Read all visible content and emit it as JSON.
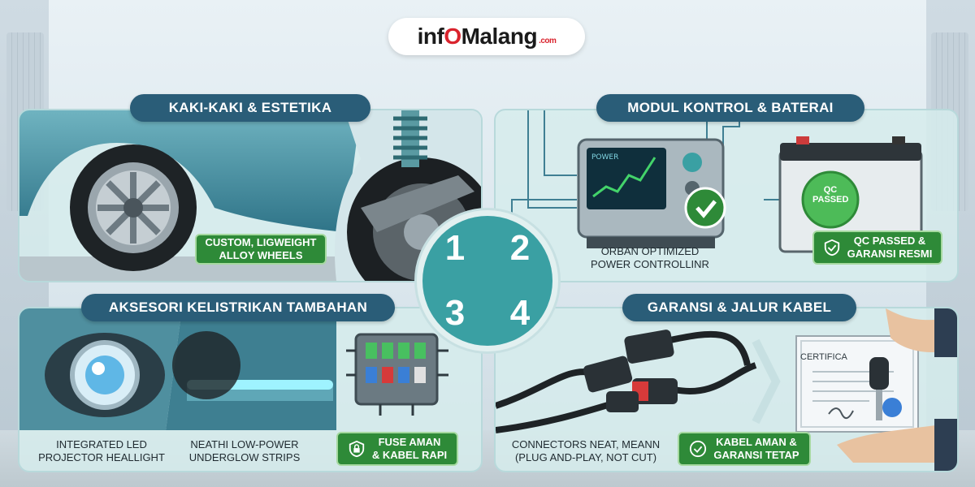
{
  "logo": {
    "part1": "inf",
    "part2": "O",
    "part3": "Malang",
    "part4": ".com"
  },
  "sections": [
    {
      "number": "1",
      "title": "KAKI-KAKI & ESTETIKA",
      "badge": "CUSTOM, LIGWEIGHT\nALLOY WHEELS"
    },
    {
      "number": "2",
      "title": "MODUL KONTROL & BATERAI",
      "screen_label": "POWER",
      "stamp": "QC\nPASSED",
      "caption": "ORBAN OPTIMIZED\nPOWER CONTROLLINR",
      "badge": "QC PASSED &\nGARANSI RESMI"
    },
    {
      "number": "3",
      "title": "AKSESORI KELISTRIKAN TAMBAHAN",
      "caption_a": "INTEGRATED LED\nPROJECTOR HEALLIGHT",
      "caption_b": "NEATHI LOW-POWER\nUNDERGLOW STRIPS",
      "badge": "FUSE AMAN\n& KABEL RAPI"
    },
    {
      "number": "4",
      "title": "GARANSI & JALUR KABEL",
      "certificate_label": "CERTIFICA",
      "caption": "CONNECTORS NEAT, MEANN\n(PLUG AND-PLAY, NOT CUT)",
      "badge": "KABEL AMAN &\nGARANSI TETAP"
    }
  ],
  "colors": {
    "title_bg": "#2a5d78",
    "badge_bg": "#2e8a38",
    "number_bg": "#3aa0a3",
    "logo_red": "#d9232d"
  }
}
